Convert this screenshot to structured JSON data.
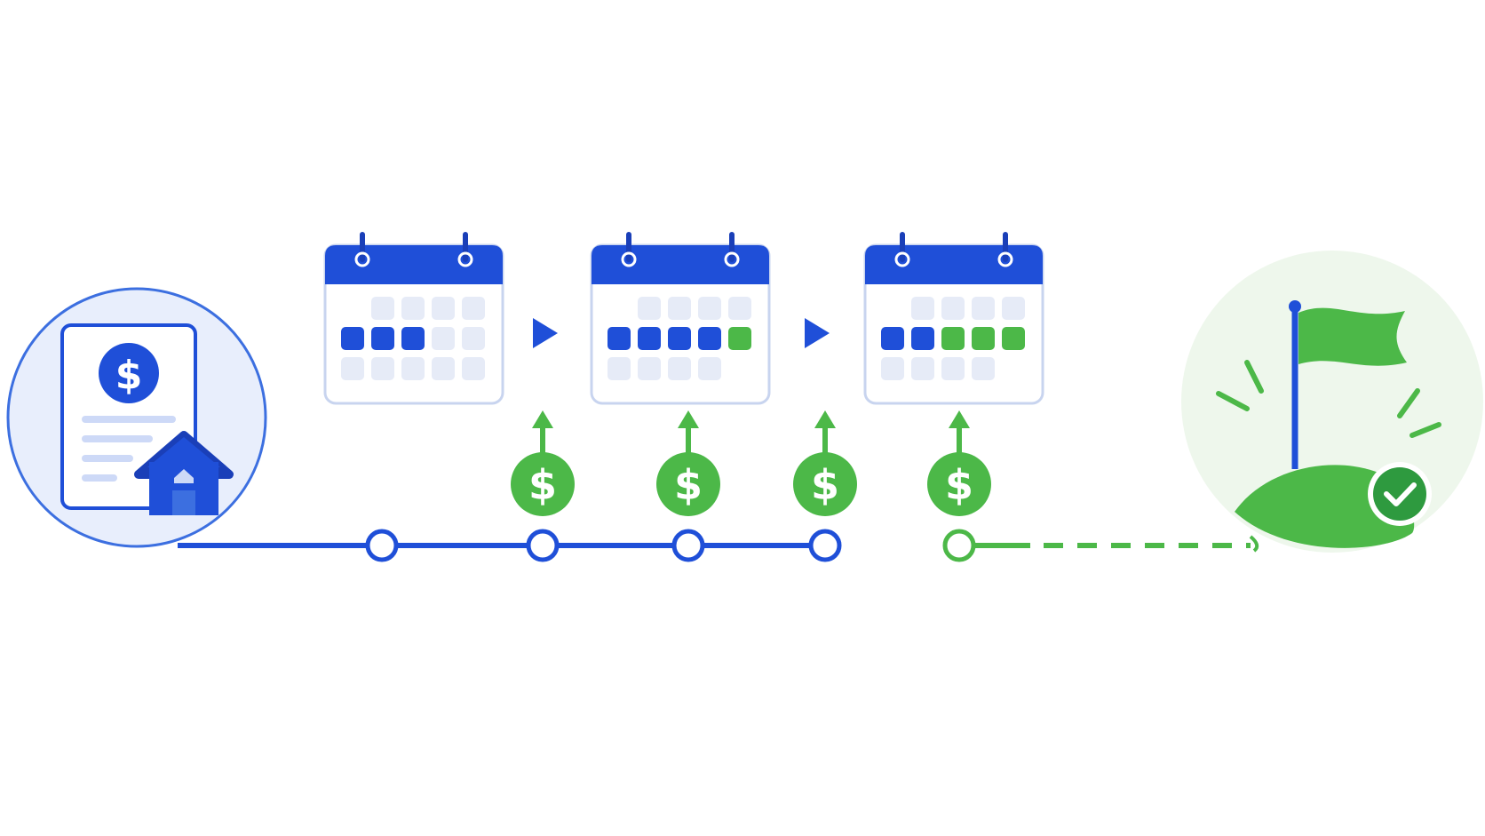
{
  "colors": {
    "blue": "#1f4fd8",
    "blue_light": "#e8eefc",
    "blue_outline": "#3c6fe0",
    "green": "#4cb848",
    "green_dark": "#2e9a3f",
    "green_light": "#eef7ec",
    "cell_empty": "#e6ebf7",
    "white": "#ffffff"
  },
  "icons": {
    "start": "mortgage-document-house-icon",
    "payment": "dollar-coin-icon",
    "calendar": "calendar-icon",
    "arrow": "play-arrow-icon",
    "finish": "flag-on-hill-icon",
    "check": "check-circle-icon"
  },
  "glyphs": {
    "currency": "$",
    "check": "✓"
  },
  "calendars": [
    {
      "rows": [
        [
          "e",
          "e",
          "e",
          "e"
        ],
        [
          "b",
          "b",
          "b",
          "e",
          "e"
        ],
        [
          "e",
          "e",
          "e",
          "e",
          "e"
        ]
      ]
    },
    {
      "rows": [
        [
          "e",
          "e",
          "e",
          "e"
        ],
        [
          "b",
          "b",
          "b",
          "b",
          "g"
        ],
        [
          "e",
          "e",
          "e",
          "e"
        ]
      ]
    },
    {
      "rows": [
        [
          "e",
          "e",
          "e",
          "e"
        ],
        [
          "b",
          "b",
          "g",
          "g",
          "g"
        ],
        [
          "e",
          "e",
          "e",
          "e"
        ]
      ]
    }
  ],
  "timeline": {
    "nodes": 5,
    "payments": 4
  }
}
